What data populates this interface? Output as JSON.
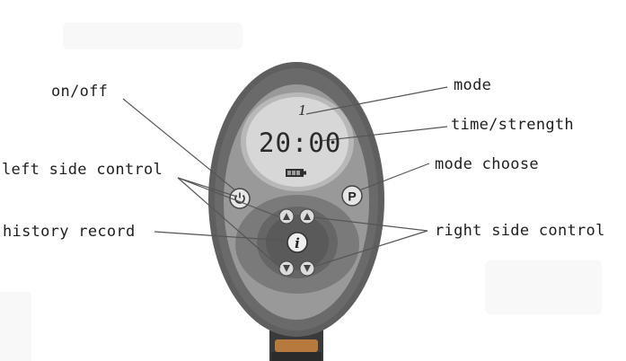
{
  "labels": {
    "on_off": "on/off",
    "left_side_control": "left side control",
    "history_record": "history record",
    "mode": "mode",
    "time_strength": "time/strength",
    "mode_choose": "mode choose",
    "right_side_control": "right side control"
  },
  "display": {
    "mode_value": "1",
    "time_value": "20:00"
  },
  "buttons": {
    "p_label": "P",
    "info_label": "i"
  },
  "icons": {
    "power": "power-icon",
    "battery": "battery-icon",
    "arrow_up": "triangle-up-icon",
    "arrow_down": "triangle-down-icon"
  }
}
